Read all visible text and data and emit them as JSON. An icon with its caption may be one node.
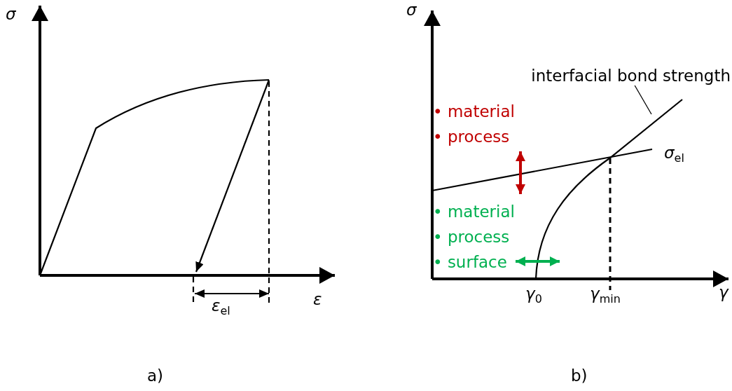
{
  "diagram": {
    "nodes": [
      {
        "text": [
          "interfacial bond strength"
        ]
      },
      {
        "text": [],
        "shape": "line"
      }
    ],
    "edges": [
      {
        "from": 0,
        "to": 1,
        "arrow": "none"
      }
    ],
    "labels": [
      "σ",
      "ε",
      "*ε*$_{el}$",
      "a)",
      "σ",
      "• material",
      "• process",
      "*σ*$_{el}$",
      "• material",
      "• process",
      "• surface",
      "*γ*$_{0}$",
      "*γ*$_{min}$",
      "γ",
      "b)"
    ]
  }
}
